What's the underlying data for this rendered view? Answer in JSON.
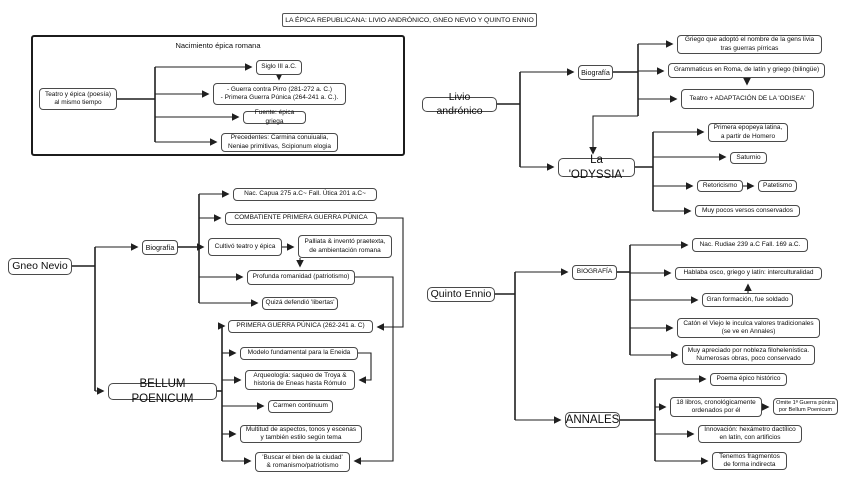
{
  "title": "LA ÉPICA REPUBLICANA: LIVIO ANDRÓNICO, GNEO NEVIO Y QUINTO ENNIO",
  "colors": {
    "line": "#1f1f1f",
    "border": "#4a4a4a",
    "background": "#ffffff",
    "text": "#0d0d0d"
  },
  "nacimiento": {
    "heading": "Nacimiento épica romana",
    "root": "Teatro y épica (poesía)\nal mismo tiempo",
    "siglo": "Siglo III a.C.",
    "guerras": "- Guerra contra Pirro (281-272 a. C.)\n- Primera Guerra Púnica (264-241 a. C.).",
    "fuente": "Fuente: épica griega",
    "precedentes": "Precedentes: Carmina conuiualia,\nNeniae primitivas, Scipionum elogia"
  },
  "livio": {
    "node": "Livio andrónico",
    "biografia": "Biografía",
    "griego": "Griego que adoptó el nombre de la gens livia\ntras guerras pírricas",
    "grammaticus": "Grammaticus en Roma, de latín y griego (bilingüe)",
    "teatro": "Teatro + ADAPTACIÓN DE LA 'ODISEA'",
    "odyssia": "La 'ODYSSIA'",
    "epopeya": "Primera epopeya latina,\na partir de Homero",
    "saturnio": "Saturnio",
    "retoricismo": "Retoricismo",
    "patetismo": "Patetismo",
    "versos": "Muy pocos versos conservados"
  },
  "gneo": {
    "node": "Gneo Nevio",
    "biografia": "Biografía",
    "nac": "Nac. Capua 275 a.C~ Fall. Útica 201 a.C~",
    "combatiente": "COMBATIENTE PRIMERA GUERRA PÚNICA",
    "cultivo": "Cultivó teatro y épica",
    "palliata": "Palliata & inventó praetexta,\nde ambientación romana",
    "romanidad": "Profunda romanidad (patriotismo)",
    "libertas": "Quizá defendió 'libertas'",
    "bellum": "BELLUM POENICUM",
    "primera_guerra": "PRIMERA GUERRA PÚNICA (262-241 a. C)",
    "modelo": "Modelo fundamental para la Eneida",
    "arqueologia": "Arqueología: saqueo de Troya &\nhistoria de Eneas hasta Rómulo",
    "carmen": "Carmen continuum",
    "multitud": "Multitud de aspectos, tonos y escenas\ny también estilo según tema",
    "buscar": "'Buscar el bien de la ciudad'\n& romanismo/patriotismo"
  },
  "quinto": {
    "node": "Quinto Ennio",
    "biografia": "BIOGRAFÍA",
    "nac": "Nac. Rudiae 239 a.C Fall. 169 a.C.",
    "hablaba": "Hablaba osco, griego y latín: interculturalidad",
    "formacion": "Gran formación, fue soldado",
    "caton": "Catón el Viejo le inculca valores tradicionales\n(se ve en Annales)",
    "apreciado": "Muy apreciado por nobleza filohelenística.\nNumerosas obras, poco conservado",
    "annales": "ANNALES",
    "poema": "Poema épico histórico",
    "libros": "18 libros, cronológicamente\nordenados por él",
    "omite": "Omite 1ª Guerra púnica\npor Bellum Poenicum",
    "innovacion": "Innovación: hexámetro dactílico\nen latín, con artificios",
    "fragmentos": "Tenemos fragmentos\nde forma indirecta"
  }
}
